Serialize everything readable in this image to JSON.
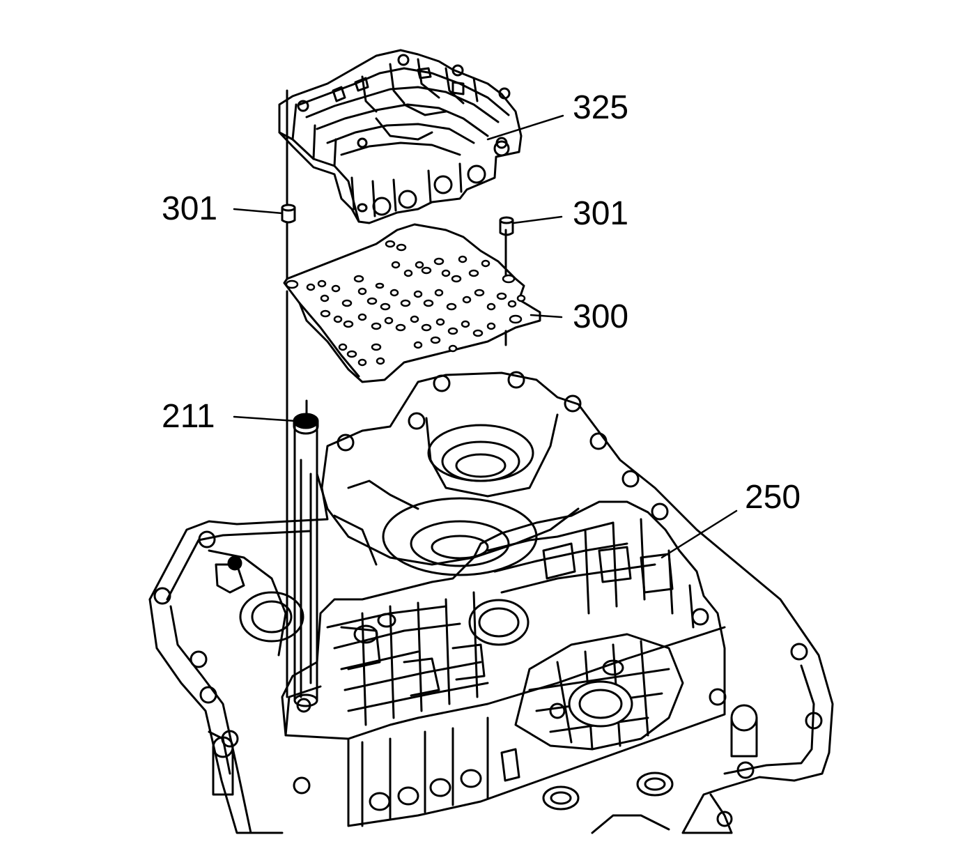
{
  "callouts": {
    "valve_body_upper": "325",
    "alignment_pin_left": "301",
    "alignment_pin_right": "301",
    "spacer_plate": "300",
    "guide_tool": "211",
    "valve_body_lower": "250"
  },
  "colors": {
    "line": "#000000",
    "background": "#ffffff"
  }
}
